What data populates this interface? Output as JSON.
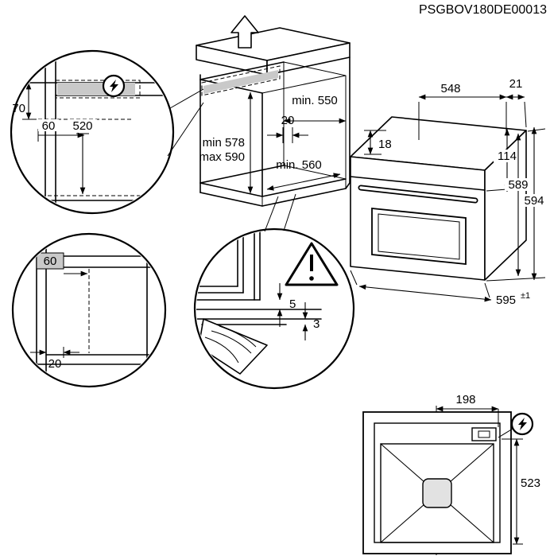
{
  "title": "PSGBOV180DE00013",
  "colors": {
    "line": "#000000",
    "highlight_strip": "#c9c9c9",
    "background": "#ffffff"
  },
  "niche": {
    "width": "min. 550",
    "setback": "20",
    "height_min": "min 578",
    "height_max": "max 590",
    "depth": "min. 560"
  },
  "detail_top": {
    "strip_height": "70",
    "inset": "60",
    "height_below": "520"
  },
  "detail_side": {
    "inset": "60",
    "gap": "20"
  },
  "detail_bottom": {
    "gap_oven": "5",
    "gap_panel": "3"
  },
  "oven": {
    "depth": "548",
    "panel_gap": "21",
    "top_inset": "18",
    "panel_height": "114",
    "height_body": "589",
    "height_total": "594",
    "width": "595",
    "width_tolerance": "±1"
  },
  "rear": {
    "terminal_offset": "198",
    "cable_length": "523"
  }
}
